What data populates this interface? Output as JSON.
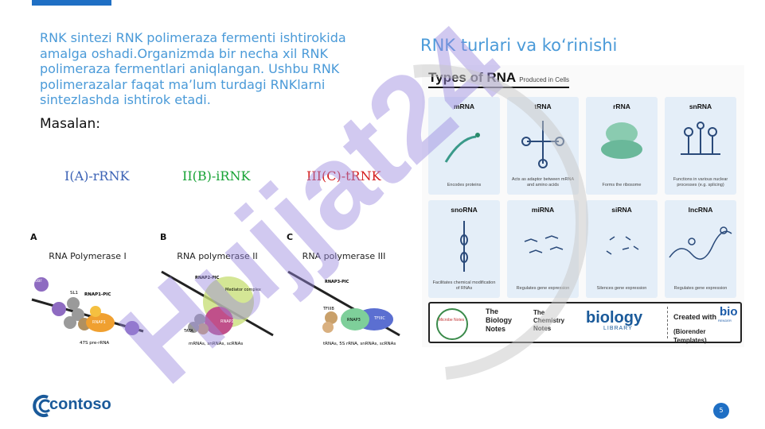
{
  "slide": {
    "intro_text": "RNK sintezi RNK polimeraza fermenti ishtirokida amalga oshadi.Organizmda bir necha xil RNK polimeraza fermentlari aniqlangan. Ushbu RNK polimerazalar faqat ma’lum turdagi RNKlarni sintezlashda ishtirok etadi.",
    "example_label": "Masalan:",
    "polymerases": [
      "I(A)-rRNK",
      "II(B)-iRNK",
      "III(C)-tRNK"
    ],
    "right_title": "RNK turlari va ko‘rinishi",
    "page_number": "5",
    "brand": "contoso",
    "watermark_text": "Hujjat24"
  },
  "figure": {
    "panels": [
      {
        "letter": "A",
        "title": "RNA Polymerase I",
        "complex": "RNAP1-PIC",
        "factor": "SL1",
        "enzyme": "RNAP1",
        "product": "47S pre-rRNA",
        "extra": "UBF"
      },
      {
        "letter": "B",
        "title": "RNA polymerase II",
        "complex": "RNAP2-PIC",
        "factor": "Mediator complex",
        "enzyme": "RNAP2",
        "product": "mRNAs, snRNAs, scRNAs",
        "extra": "TATA"
      },
      {
        "letter": "C",
        "title": "RNA polymerase III",
        "complex": "RNAP3-PIC",
        "factor": "TFIIIB",
        "enzyme": "RNAP3",
        "product": "tRNAs, 5S rRNA, snRNAs, scRNAs",
        "extra": "TFIIIC"
      }
    ]
  },
  "types_of_rna": {
    "title": "Types of RNA",
    "subtitle": "Produced in Cells",
    "cards": [
      {
        "name": "mRNA",
        "desc": "Encodes proteins"
      },
      {
        "name": "tRNA",
        "desc": "Acts as adaptor between mRNA and amino acids"
      },
      {
        "name": "rRNA",
        "desc": "Forms the ribosome"
      },
      {
        "name": "snRNA",
        "desc": "Functions in various nuclear processes (e.g. splicing)"
      },
      {
        "name": "snoRNA",
        "desc": "Facilitates chemical modification of RNAs"
      },
      {
        "name": "miRNA",
        "desc": "Regulates gene expression"
      },
      {
        "name": "siRNA",
        "desc": "Silences gene expression"
      },
      {
        "name": "lncRNA",
        "desc": "Regulates gene expression"
      }
    ],
    "footer": {
      "microbe_notes": "Microbe Notes",
      "biology_notes": [
        "The",
        "Biology",
        "Notes"
      ],
      "chemistry_notes": [
        "The",
        "Chemistry",
        "Notes"
      ],
      "biology_library": [
        "biology",
        "LIBRARY"
      ],
      "created_with": "Created with",
      "biorender": [
        "bio",
        "RENDER"
      ],
      "templates": "(Biorender Templates)"
    }
  },
  "colors": {
    "accent": "#1f6fc4",
    "text_blue": "#4a9ad8",
    "watermark": "#9b8ae0"
  }
}
